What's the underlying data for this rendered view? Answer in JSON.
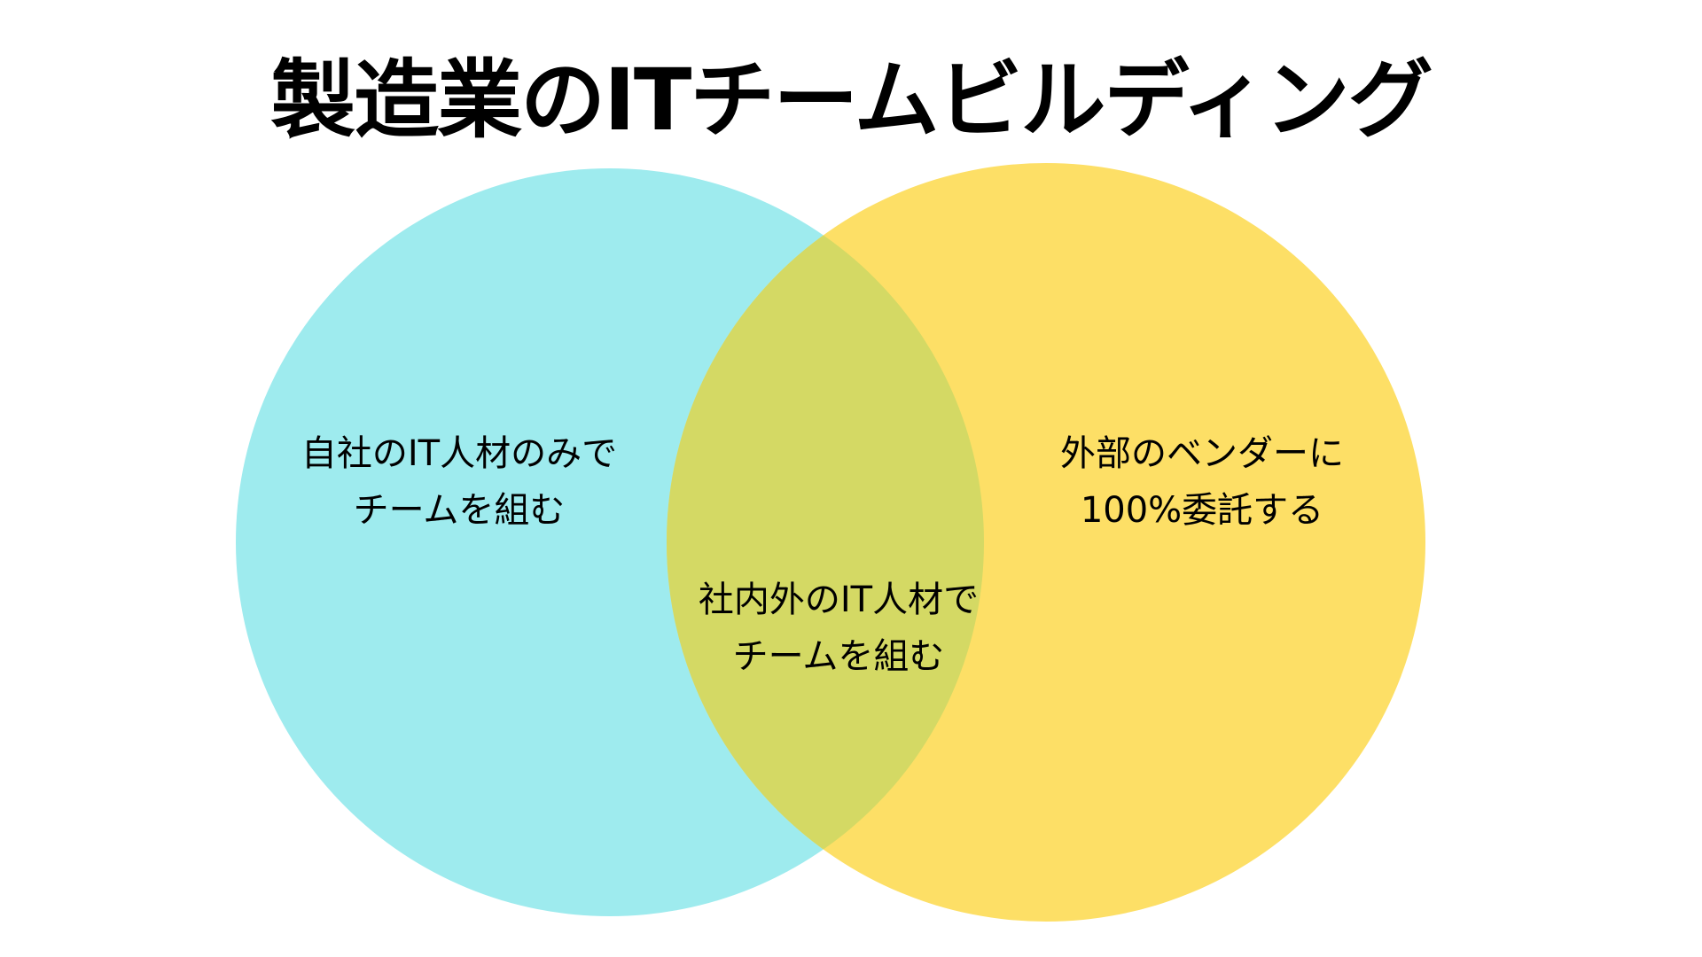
{
  "title": "製造業のITチームビルディング",
  "colors": {
    "left_circle": "#9EEBEE",
    "right_circle": "#FDDF66",
    "overlap": "#D4D964",
    "text": "#000000",
    "background": "#FFFFFF"
  },
  "diagram": {
    "type": "venn-2",
    "left": {
      "label_line1": "自社のIT人材のみで",
      "label_line2": "チームを組む"
    },
    "right": {
      "label_line1": "外部のベンダーに",
      "label_line2": "100%委託する"
    },
    "intersection": {
      "label_line1": "社内外のIT人材で",
      "label_line2": "チームを組む"
    }
  }
}
